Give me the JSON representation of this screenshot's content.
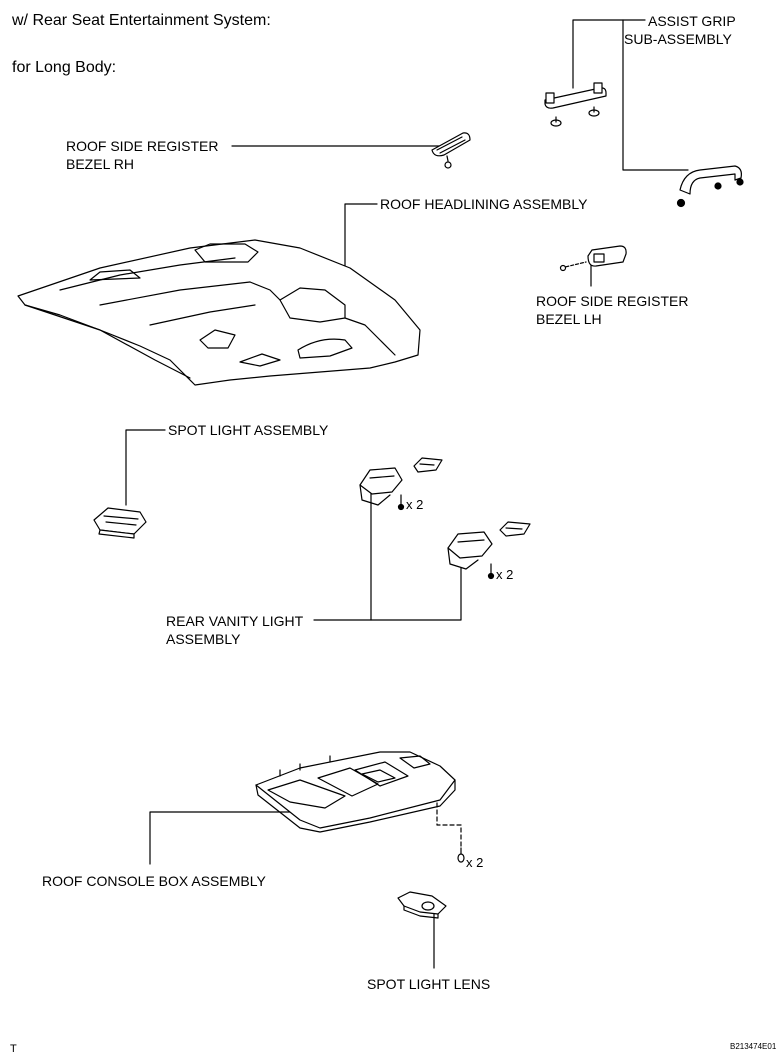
{
  "header": {
    "line1": "w/ Rear Seat Entertainment System:",
    "line2": "for Long Body:"
  },
  "labels": {
    "assist_grip_1": "ASSIST GRIP",
    "assist_grip_2": "SUB-ASSEMBLY",
    "roof_side_rh_1": "ROOF SIDE REGISTER",
    "roof_side_rh_2": "BEZEL RH",
    "roof_headlining": "ROOF HEADLINING ASSEMBLY",
    "roof_side_lh_1": "ROOF SIDE REGISTER",
    "roof_side_lh_2": "BEZEL LH",
    "spot_light_assembly": "SPOT LIGHT ASSEMBLY",
    "rear_vanity_1": "REAR VANITY LIGHT",
    "rear_vanity_2": "ASSEMBLY",
    "qty_1": "x 2",
    "qty_2": "x 2",
    "qty_3": "x 2",
    "roof_console": "ROOF CONSOLE BOX ASSEMBLY",
    "spot_light_lens": "SPOT LIGHT LENS"
  },
  "footer": {
    "corner_mark": "T",
    "figure_id": "B213474E01"
  }
}
